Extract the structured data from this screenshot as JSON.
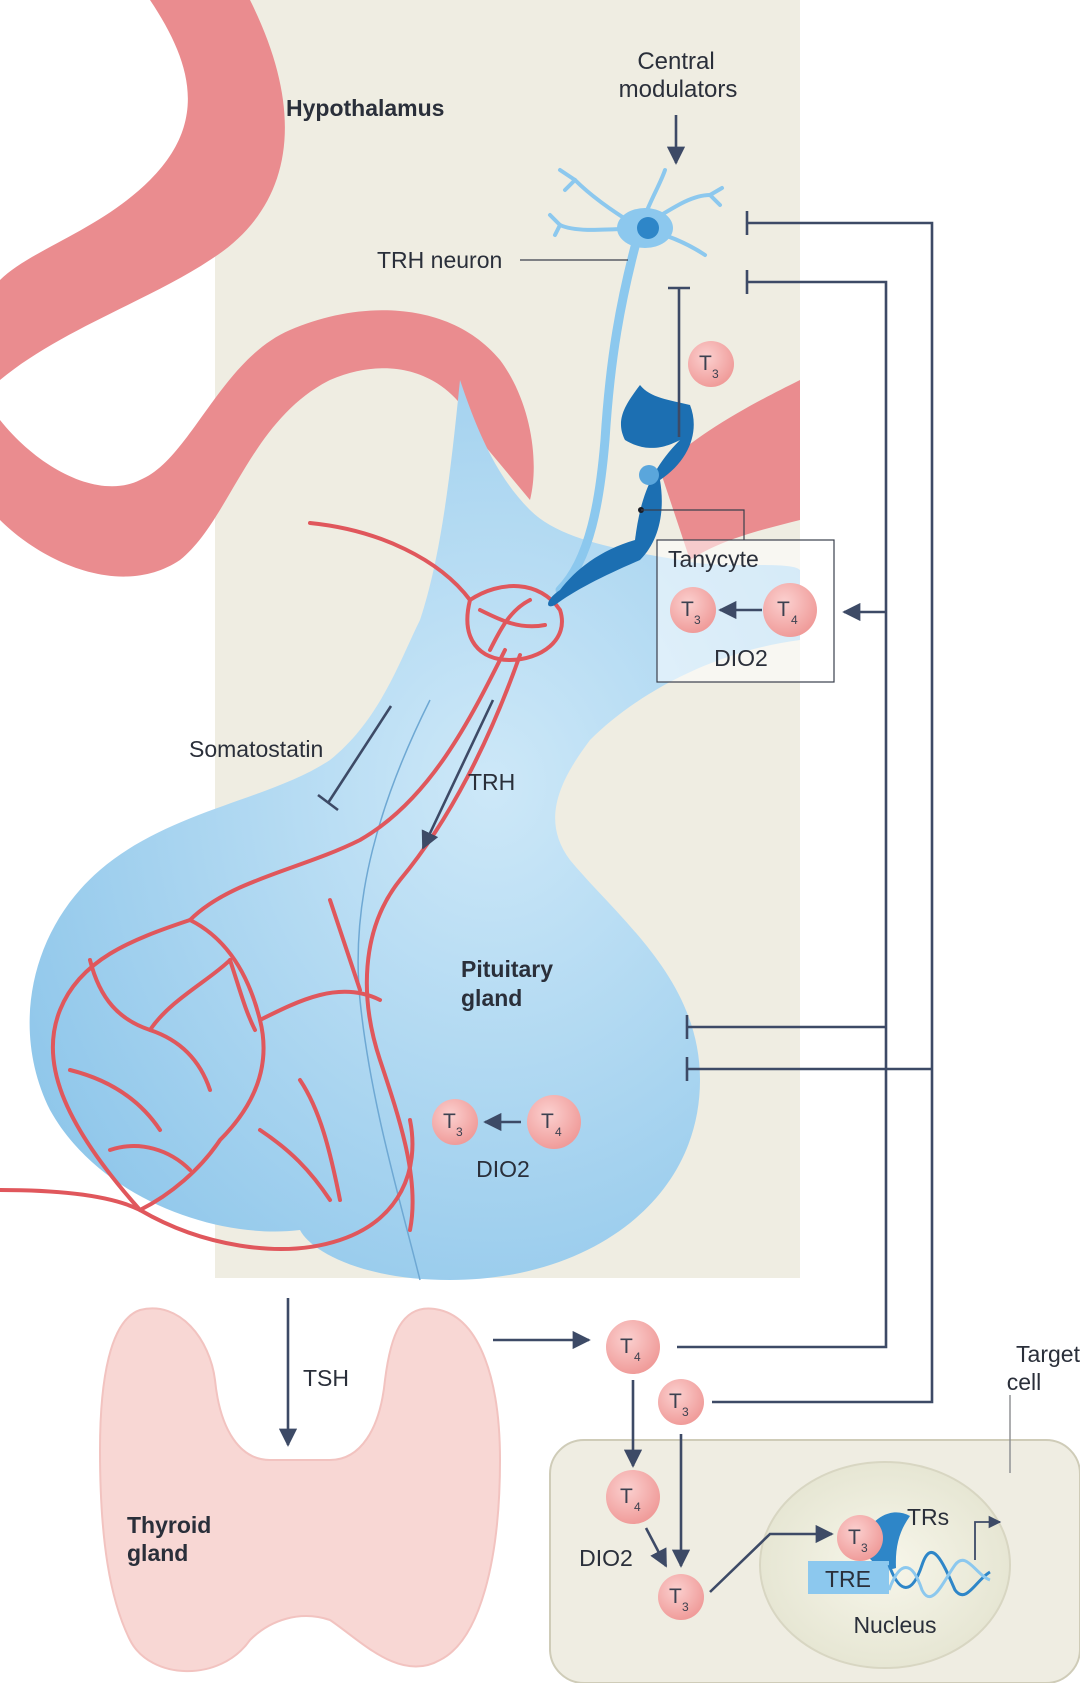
{
  "labels": {
    "central_modulators_1": "Central",
    "central_modulators_2": "modulators",
    "hypothalamus": "Hypothalamus",
    "trh_neuron": "TRH neuron",
    "tanycyte": "Tanycyte",
    "dio2": "DIO2",
    "somatostatin": "Somatostatin",
    "trh": "TRH",
    "pituitary_1": "Pituitary",
    "pituitary_2": "gland",
    "tsh": "TSH",
    "thyroid_1": "Thyroid",
    "thyroid_2": "gland",
    "target_1": "Target",
    "target_2": "cell",
    "trs": "TRs",
    "tre": "TRE",
    "nucleus": "Nucleus"
  },
  "molecules": {
    "t": "T",
    "sub3": "3",
    "sub4": "4"
  },
  "colors": {
    "vessel": "#e9878a",
    "capillary": "#e0575c",
    "pituitary": "#9fd0ef",
    "neuron": "#8cc8ee",
    "tanycyte": "#1c6fb2",
    "molecule": "#f4a7a5",
    "arrow": "#3d4a66",
    "background_panel": "#efede2",
    "thyroid": "#f8d7d4"
  }
}
